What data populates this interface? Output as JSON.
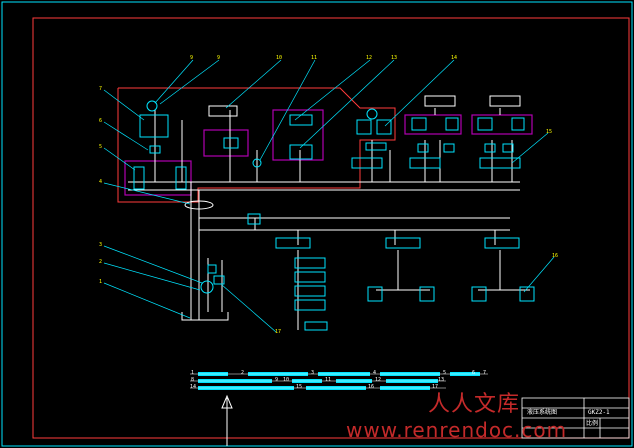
{
  "colors": {
    "background": "#000000",
    "frame": "#ff3b3b",
    "pipes": "#ffffff",
    "components": "#00e5ff",
    "subassemblies": "#b000b0",
    "leaders": "#00e5ff",
    "labels": "#ffff00",
    "watermark": "#c42a2a"
  },
  "callouts": {
    "c1": "1",
    "c2": "2",
    "c3": "3",
    "c4": "4",
    "c5": "5",
    "c6": "6",
    "c7": "7",
    "c8": "8",
    "c9": "9",
    "c10": "10",
    "c11": "11",
    "c12": "12",
    "c13": "13",
    "c14": "14",
    "c15": "15",
    "c16": "16",
    "c17": "17"
  },
  "parts_list": {
    "row1": [
      "1",
      "2",
      "3",
      "4",
      "5",
      "6",
      "7"
    ],
    "row2": [
      "8",
      "9",
      "10",
      "11",
      "12",
      "13"
    ],
    "row3": [
      "14",
      "15",
      "16",
      "17"
    ]
  },
  "title_block": {
    "drawing_name": "液压系统图",
    "drawing_number": "GKZ2-1",
    "scale": "比例"
  },
  "watermark": {
    "brand": "人人文库",
    "url": "www.renrendoc.com"
  }
}
